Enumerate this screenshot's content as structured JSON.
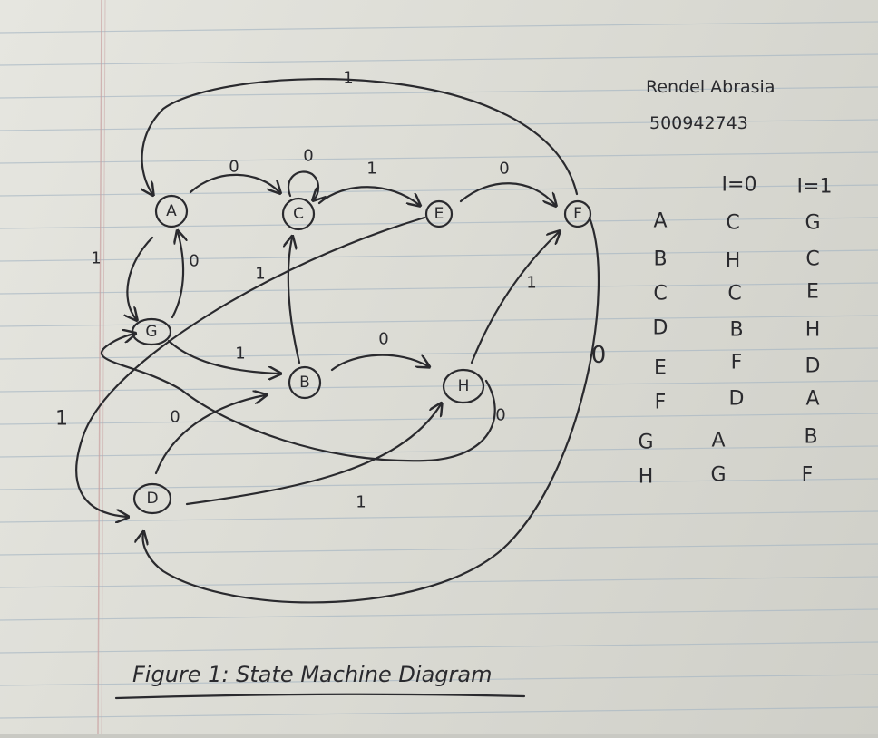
{
  "author": {
    "name": "Rendel Abrasia",
    "id": "500942743"
  },
  "caption": "Figure 1: State Machine Diagram",
  "states": [
    "A",
    "C",
    "E",
    "F",
    "G",
    "B",
    "H",
    "D"
  ],
  "transition_table": {
    "headers": [
      "",
      "I=0",
      "I=1"
    ],
    "rows": [
      [
        "A",
        "C",
        "G"
      ],
      [
        "B",
        "H",
        "C"
      ],
      [
        "C",
        "C",
        "E"
      ],
      [
        "D",
        "B",
        "H"
      ],
      [
        "E",
        "F",
        "D"
      ],
      [
        "F",
        "D",
        "A"
      ],
      [
        "G",
        "A",
        "B"
      ],
      [
        "H",
        "G",
        "F"
      ]
    ]
  },
  "edge_labels": {
    "f_to_a": "1",
    "a_to_c": "0",
    "c_self": "0",
    "c_to_e": "1",
    "e_to_f": "0",
    "a_to_g": "1",
    "g_to_a": "0",
    "b_to_c": "1",
    "g_to_b": "1",
    "b_to_h": "0",
    "h_to_f": "1",
    "f_to_d": "0",
    "e_to_d": "1",
    "d_to_b": "0",
    "d_to_h": "1",
    "h_to_g": "0"
  }
}
